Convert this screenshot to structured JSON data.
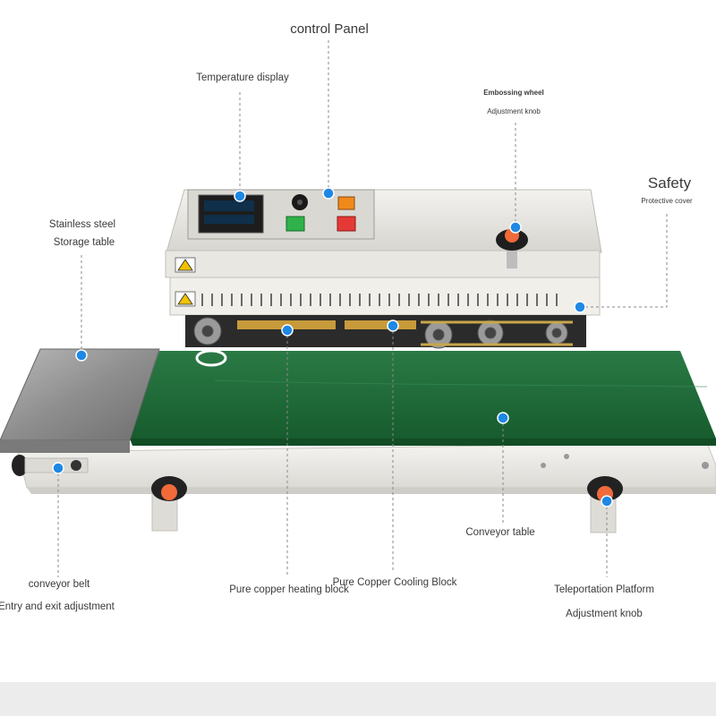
{
  "labels": {
    "control_panel": "control Panel",
    "temperature_display": "Temperature display",
    "embossing_wheel": "Embossing wheel",
    "adjustment_knob_top": "Adjustment knob",
    "safety": "Safety",
    "protective_cover": "Protective cover",
    "stainless_steel": "Stainless steel",
    "storage_table": "Storage table",
    "conveyor_table": "Conveyor table",
    "conveyor_belt": "conveyor belt",
    "entry_exit_adjustment": "Entry and exit adjustment",
    "heating_block": "Pure copper heating block",
    "cooling_block": "Pure Copper Cooling Block",
    "teleportation_platform": "Teleportation Platform",
    "adjustment_knob_bottom": "Adjustment knob"
  },
  "colors": {
    "marker": "#1e88e5",
    "belt": "#1f6b3a",
    "machine_body": "#eeece8",
    "leader_line": "#8a8a8a",
    "start_button": "#2fb24a",
    "stop_button": "#e53935",
    "knob": "#f06a3a"
  },
  "icons": {
    "warning_heat": "warning-triangle-icon",
    "marker": "circle-dot-icon"
  }
}
